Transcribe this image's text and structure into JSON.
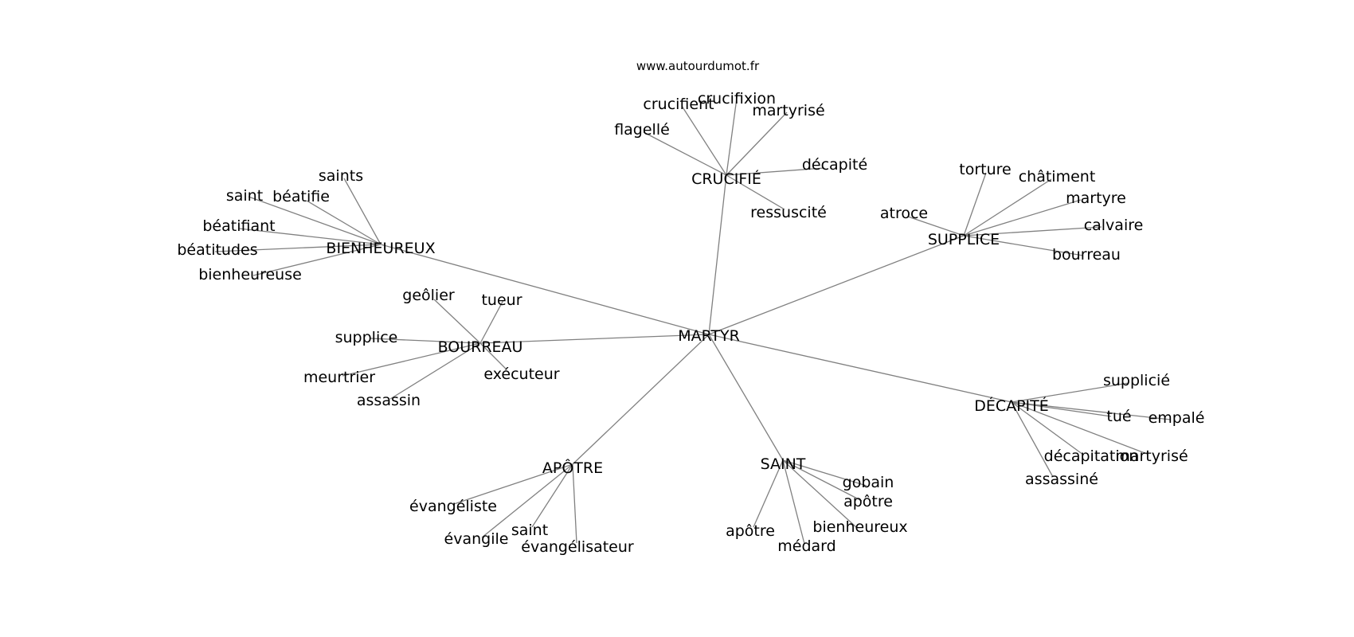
{
  "site": "www.autourdumot.fr",
  "root": "MARTYR",
  "groups": [
    {
      "label": "CRUCIFIÉ",
      "children": [
        "crucifixion",
        "crucifient",
        "martyrisé",
        "flagellé",
        "décapité",
        "ressuscité"
      ]
    },
    {
      "label": "BIENHEUREUX",
      "children": [
        "saints",
        "saint",
        "béatifie",
        "béatifiant",
        "béatitudes",
        "bienheureuse"
      ]
    },
    {
      "label": "SUPPLICE",
      "children": [
        "torture",
        "châtiment",
        "martyre",
        "atroce",
        "calvaire",
        "bourreau"
      ]
    },
    {
      "label": "BOURREAU",
      "children": [
        "geôlier",
        "tueur",
        "supplice",
        "meurtrier",
        "assassin",
        "exécuteur"
      ]
    },
    {
      "label": "DÉCAPITÉ",
      "children": [
        "supplicié",
        "tué",
        "empalé",
        "décapitation",
        "martyrisé",
        "assassiné"
      ]
    },
    {
      "label": "APÔTRE",
      "children": [
        "évangéliste",
        "évangile",
        "saint",
        "évangélisateur"
      ]
    },
    {
      "label": "SAINT",
      "children": [
        "gobain",
        "apôtre",
        "bienheureux",
        "apôtre",
        "médard"
      ]
    }
  ]
}
